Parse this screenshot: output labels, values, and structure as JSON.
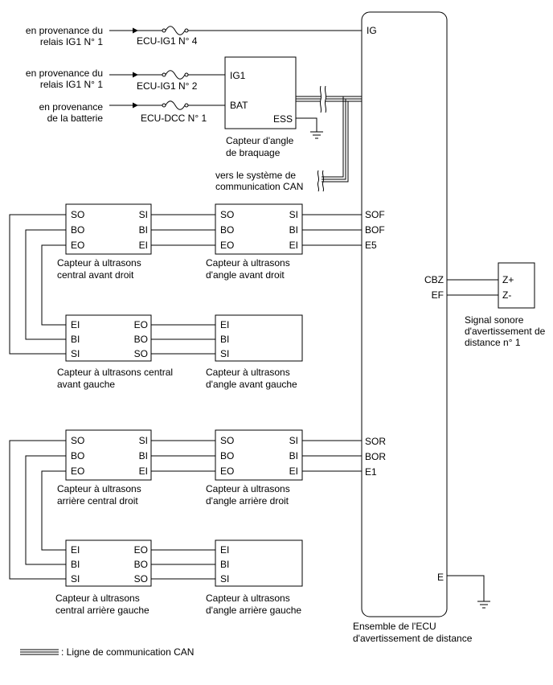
{
  "sources": {
    "ig1_top": [
      "en provenance du",
      "relais IG1 N° 1"
    ],
    "ig1_mid": [
      "en provenance du",
      "relais IG1 N° 1"
    ],
    "battery": [
      "en provenance",
      "de la batterie"
    ]
  },
  "fuses": {
    "f1": "ECU-IG1 N° 4",
    "f2": "ECU-IG1 N° 2",
    "f3": "ECU-DCC N° 1"
  },
  "steering": {
    "pins": {
      "ig1": "IG1",
      "bat": "BAT",
      "ess": "ESS"
    },
    "caption": [
      "Capteur d'angle",
      "de braquage"
    ]
  },
  "can": {
    "to": [
      "vers le système de",
      "communication CAN"
    ],
    "legend": ": Ligne de communication CAN"
  },
  "ecu": {
    "pins": {
      "ig": "IG",
      "sof": "SOF",
      "bof": "BOF",
      "e5": "E5",
      "cbz": "CBZ",
      "ef": "EF",
      "sor": "SOR",
      "bor": "BOR",
      "e1": "E1",
      "e": "E"
    },
    "caption": [
      "Ensemble de l'ECU",
      "d'avertissement de distance"
    ]
  },
  "buzzer": {
    "pins": {
      "zp": "Z+",
      "zm": "Z-"
    },
    "caption": [
      "Signal sonore",
      "d'avertissement de",
      "distance n° 1"
    ]
  },
  "sensors": {
    "fcr": {
      "caption": [
        "Capteur à ultrasons",
        "central avant droit"
      ],
      "left": [
        "SO",
        "BO",
        "EO"
      ],
      "right": [
        "SI",
        "BI",
        "EI"
      ]
    },
    "far": {
      "caption": [
        "Capteur à ultrasons",
        "d'angle avant droit"
      ],
      "left": [
        "SO",
        "BO",
        "EO"
      ],
      "right": [
        "SI",
        "BI",
        "EI"
      ]
    },
    "fcl": {
      "caption": [
        "Capteur à ultrasons central",
        "avant gauche"
      ],
      "left": [
        "EI",
        "BI",
        "SI"
      ],
      "right": [
        "EO",
        "BO",
        "SO"
      ]
    },
    "fal": {
      "caption": [
        "Capteur à ultrasons",
        "d'angle avant gauche"
      ],
      "left": [
        "EI",
        "BI",
        "SI"
      ]
    },
    "rcr": {
      "caption": [
        "Capteur à ultrasons",
        "arrière central droit"
      ],
      "left": [
        "SO",
        "BO",
        "EO"
      ],
      "right": [
        "SI",
        "BI",
        "EI"
      ]
    },
    "rar": {
      "caption": [
        "Capteur à ultrasons",
        "d'angle arrière droit"
      ],
      "left": [
        "SO",
        "BO",
        "EO"
      ],
      "right": [
        "SI",
        "BI",
        "EI"
      ]
    },
    "rcl": {
      "caption": [
        "Capteur à ultrasons",
        "central arrière gauche"
      ],
      "left": [
        "EI",
        "BI",
        "SI"
      ],
      "right": [
        "EO",
        "BO",
        "SO"
      ]
    },
    "ral": {
      "caption": [
        "Capteur à ultrasons",
        "d'angle arrière gauche"
      ],
      "left": [
        "EI",
        "BI",
        "SI"
      ]
    }
  }
}
